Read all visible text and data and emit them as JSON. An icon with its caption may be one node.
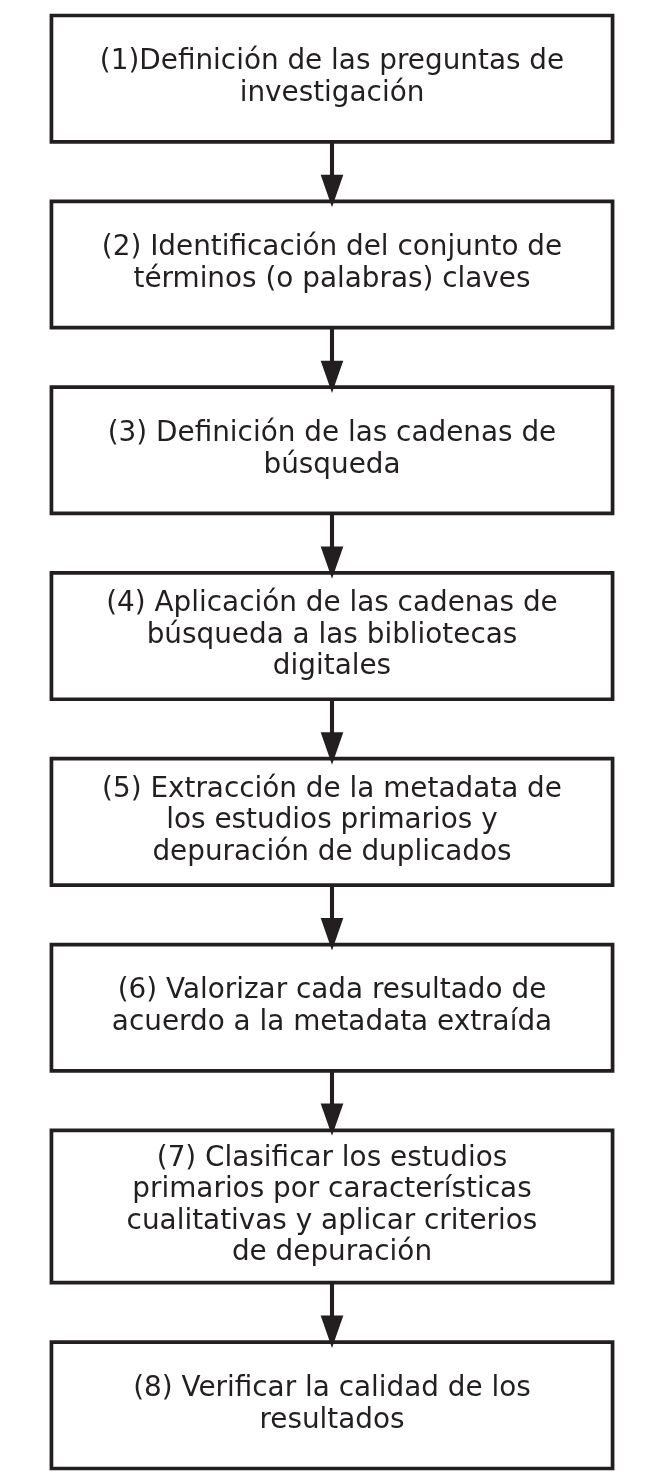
{
  "diagram": {
    "nodes": [
      {
        "text": [
          "(1)Definición de las preguntas de investigación"
        ]
      },
      {
        "text": [
          "(2) Identificación del conjunto de términos (o palabras) claves"
        ]
      },
      {
        "text": [
          "(3) Definición de las cadenas de búsqueda"
        ]
      },
      {
        "text": [
          "(4) Aplicación de las cadenas de búsqueda a las bibliotecas digitales"
        ]
      },
      {
        "text": [
          "(5) Extracción de la metadata de los estudios primarios y depuración de duplicados"
        ]
      },
      {
        "text": [
          "(6) Valorizar cada resultado de acuerdo a la metadata extraída"
        ]
      },
      {
        "text": [
          "(7) Clasificar los estudios primarios por características cualitativas y aplicar criterios de depuración"
        ]
      },
      {
        "text": [
          "(8) Verificar la calidad de los resultados"
        ]
      }
    ],
    "edges": [
      {
        "from": 0,
        "to": 1,
        "arrow": "to"
      },
      {
        "from": 1,
        "to": 2,
        "arrow": "to"
      },
      {
        "from": 2,
        "to": 3,
        "arrow": "to"
      },
      {
        "from": 3,
        "to": 4,
        "arrow": "to"
      },
      {
        "from": 4,
        "to": 5,
        "arrow": "to"
      },
      {
        "from": 5,
        "to": 6,
        "arrow": "to"
      },
      {
        "from": 6,
        "to": 7,
        "arrow": "to"
      }
    ]
  }
}
